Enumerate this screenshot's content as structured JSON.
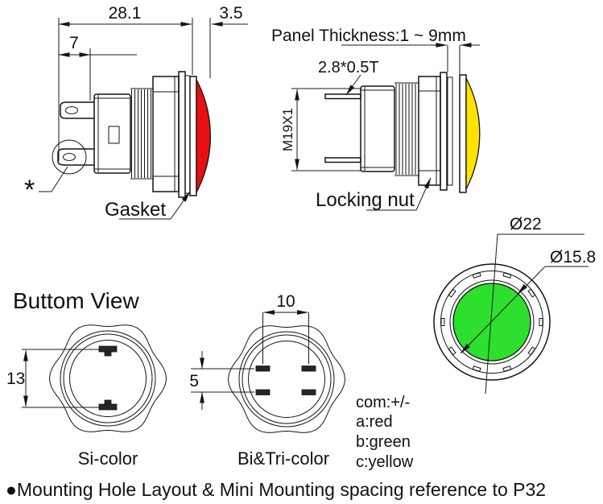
{
  "side_view_red": {
    "dim_28_1": "28.1",
    "dim_3_5": "3.5",
    "dim_7": "7",
    "gasket_label": "Gasket",
    "asterisk": "*",
    "lens_color": "#e81010"
  },
  "side_view_yellow": {
    "panel_thickness_label": "Panel Thickness:1 ~ 9mm",
    "terminal_spec": "2.8*0.5T",
    "thread_spec": "M19X1",
    "locking_nut_label": "Locking nut",
    "lens_color": "#ffe300"
  },
  "front_view": {
    "dia_outer": "Ø22",
    "dia_lens": "Ø15.8",
    "lens_color": "#2ee02e"
  },
  "bottom_views": {
    "title": "Buttom View",
    "si": {
      "label": "Si-color",
      "dim_13": "13"
    },
    "bi_tri": {
      "label": "Bi&Tri-color",
      "dim_10": "10",
      "dim_5": "5"
    },
    "legend": {
      "com": "com:+/-",
      "a": "a:red",
      "b": "b:green",
      "c": "c:yellow"
    }
  },
  "footnote": "●Mounting Hole Layout & Mini Mounting spacing  reference to P32"
}
